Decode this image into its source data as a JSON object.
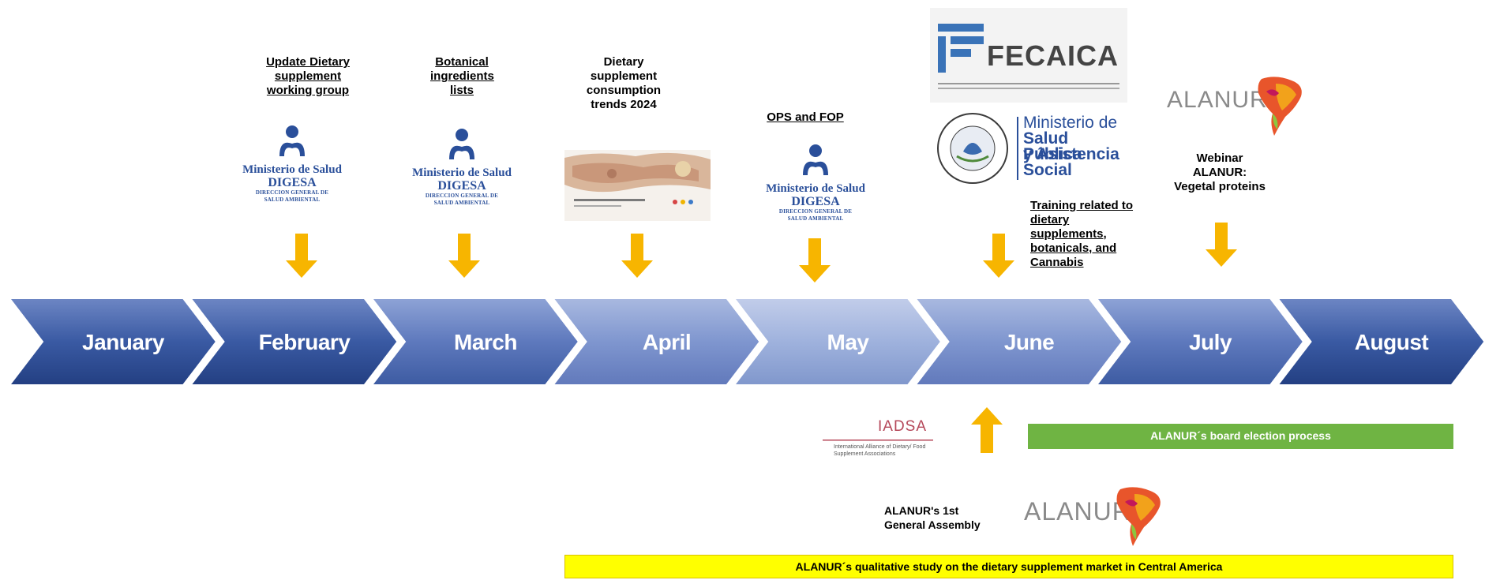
{
  "timeline": {
    "months": [
      "January",
      "February",
      "March",
      "April",
      "May",
      "June",
      "July",
      "August"
    ]
  },
  "events_top": {
    "february_label": "Update Dietary supplement working group",
    "march_label": "Botanical ingredients lists",
    "april_label": "Dietary supplement consumption trends 2024",
    "may_label": "OPS and FOP",
    "june_label": "Training related to dietary supplements, botanicals, and Cannabis",
    "july_label": "Webinar ALANUR: Vegetal proteins"
  },
  "ministerio_logo": {
    "line1": "Ministerio de Salud",
    "line2": "DIGESA",
    "line3": "DIRECCION GENERAL DE",
    "line4": "SALUD AMBIENTAL"
  },
  "fecaica_logo": {
    "name": "FECAICA"
  },
  "mspas_logo": {
    "line1": "Ministerio de",
    "line2": "Salud Pública",
    "line3": "y Asistencia",
    "line4": "Social"
  },
  "alanur_logo": {
    "name": "ALANUR"
  },
  "iadsa_logo": {
    "name": "IADSA",
    "sub": "International Alliance of Dietary/ Food Supplement Associations"
  },
  "events_bottom": {
    "general_assembly": "ALANUR's 1st General Assembly",
    "board_election": "ALANUR´s board election process",
    "qualitative_study": "ALANUR´s  qualitative study on the dietary supplement market in Central America"
  },
  "colors": {
    "chevron_dark": "#2e4f97",
    "chevron_light": "#9fb2dd",
    "arrow_yellow": "#f7b500",
    "green_bar": "#6fb443",
    "yellow_bar": "#ffff00"
  }
}
